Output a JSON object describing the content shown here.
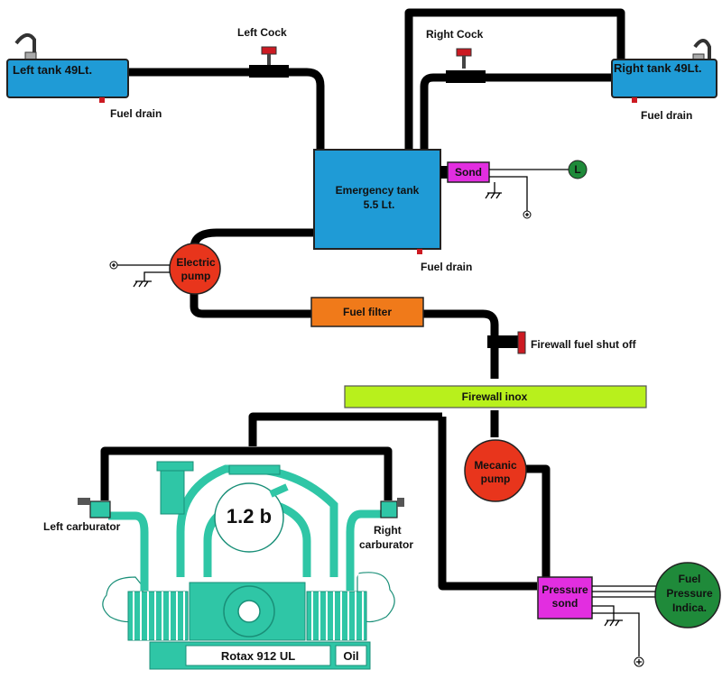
{
  "labels": {
    "left_cock": "Left Cock",
    "right_cock": "Right Cock",
    "left_tank": "Left tank 49Lt.",
    "right_tank": "Right tank 49Lt.",
    "fuel_drain_left": "Fuel drain",
    "fuel_drain_right": "Fuel drain",
    "fuel_drain_center": "Fuel drain",
    "emergency_tank_line1": "Emergency tank",
    "emergency_tank_line2": "5.5 Lt.",
    "sond": "Sond",
    "sond_gauge": "L",
    "electric_pump_line1": "Electric",
    "electric_pump_line2": "pump",
    "fuel_filter": "Fuel filter",
    "firewall_shutoff": "Firewall fuel shut off",
    "firewall_inox": "Firewall inox",
    "mecanic_pump_line1": "Mecanic",
    "mecanic_pump_line2": "pump",
    "left_carburator": "Left carburator",
    "right_carburator_line1": "Right",
    "right_carburator_line2": "carburator",
    "pressure_gauge": "1.2 b",
    "engine": "Rotax 912 UL",
    "oil": "Oil",
    "pressure_sond_line1": "Pressure",
    "pressure_sond_line2": "sond",
    "fuel_pressure_line1": "Fuel",
    "fuel_pressure_line2": "Pressure",
    "fuel_pressure_line3": "Indica."
  },
  "colors": {
    "tank": "#1f9bd6",
    "emergency_tank": "#1f9bd6",
    "sond": "#e22ee0",
    "pump": "#e8351c",
    "filter": "#f07a1a",
    "firewall": "#b8f01c",
    "indicator": "#1f8a3a",
    "engine": "#2fc6a6",
    "cock": "#cc1a22"
  },
  "icons": {
    "ground": "ground-symbol-icon",
    "positive": "positive-terminal-icon"
  }
}
